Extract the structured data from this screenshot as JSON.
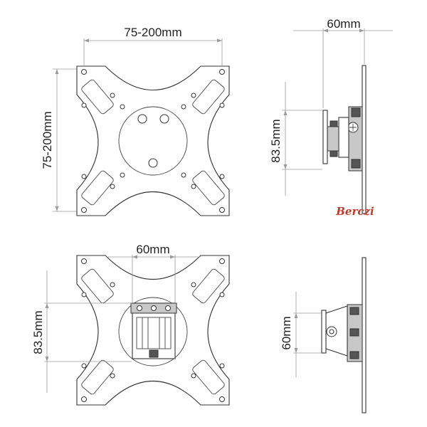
{
  "dimensions": {
    "front_width": "75-200mm",
    "front_height": "75-200mm",
    "side_depth": "60mm",
    "side_height": "83.5mm",
    "rear_width": "60mm",
    "rear_height": "83.5mm",
    "folded_height": "60mm"
  },
  "brand": {
    "name": "Berczi",
    "color": "#c0392b"
  }
}
